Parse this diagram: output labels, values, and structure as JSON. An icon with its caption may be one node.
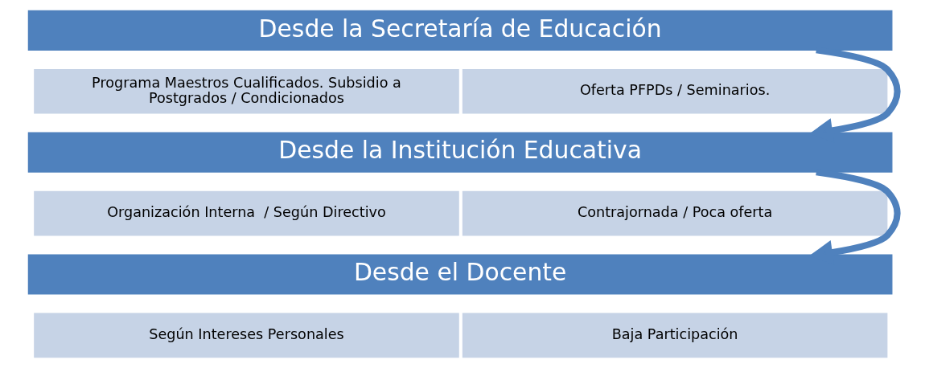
{
  "diagram": {
    "nodes": [
      {
        "text": [
          "Desde la Secretaría de Educación"
        ]
      },
      {
        "text": [
          "Programa Maestros Cualificados. Subsidio a Postgrados / Condicionados"
        ]
      },
      {
        "text": [
          "Oferta PFPDs / Seminarios."
        ]
      },
      {
        "text": [
          "Desde la Institución Educativa"
        ]
      },
      {
        "text": [
          "Organización Interna  / Según Directivo"
        ]
      },
      {
        "text": [
          "Contrajornada / Poca oferta"
        ]
      },
      {
        "text": [
          "Desde el Docente"
        ]
      },
      {
        "text": [
          "Según Intereses Personales"
        ]
      },
      {
        "text": [
          "Baja Participación"
        ]
      }
    ],
    "edges": [
      {
        "from": 0,
        "to": 3,
        "arrow": "to"
      },
      {
        "from": 3,
        "to": 6,
        "arrow": "to"
      }
    ]
  }
}
